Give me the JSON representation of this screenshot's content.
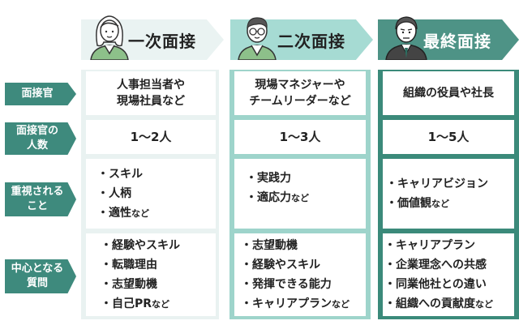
{
  "columns": [
    {
      "title": "一次面接",
      "interviewer": [
        "人事担当者や",
        "現場社員など"
      ],
      "count": "1〜2人",
      "focus": [
        {
          "text": "スキル",
          "suffix": ""
        },
        {
          "text": "人柄",
          "suffix": ""
        },
        {
          "text": "適性",
          "suffix": "など"
        }
      ],
      "questions": [
        {
          "text": "経験やスキル",
          "suffix": ""
        },
        {
          "text": "転職理由",
          "suffix": ""
        },
        {
          "text": "志望動機",
          "suffix": ""
        },
        {
          "text": "自己PR",
          "suffix": "など"
        }
      ]
    },
    {
      "title": "二次面接",
      "interviewer": [
        "現場マネジャーや",
        "チームリーダーなど"
      ],
      "count": "1〜3人",
      "focus": [
        {
          "text": "実践力",
          "suffix": ""
        },
        {
          "text": "適応力",
          "suffix": "など"
        }
      ],
      "questions": [
        {
          "text": "志望動機",
          "suffix": ""
        },
        {
          "text": "経験やスキル",
          "suffix": ""
        },
        {
          "text": "発揮できる能力",
          "suffix": ""
        },
        {
          "text": "キャリアプラン",
          "suffix": "など"
        }
      ]
    },
    {
      "title": "最終面接",
      "interviewer": [
        "組織の役員や社長"
      ],
      "count": "1〜5人",
      "focus": [
        {
          "text": "キャリアビジョン",
          "suffix": ""
        },
        {
          "text": "価値観",
          "suffix": "など"
        }
      ],
      "questions": [
        {
          "text": "キャリアプラン",
          "suffix": ""
        },
        {
          "text": "企業理念への共感",
          "suffix": ""
        },
        {
          "text": "同業他社との違い",
          "suffix": ""
        },
        {
          "text": "組織への貢献度",
          "suffix": "など"
        }
      ]
    }
  ],
  "rows": [
    {
      "label": [
        "面接官"
      ]
    },
    {
      "label": [
        "面接官の",
        "人数"
      ]
    },
    {
      "label": [
        "重視される",
        "こと"
      ]
    },
    {
      "label": [
        "中心となる",
        "質問"
      ]
    }
  ],
  "colors": {
    "label_bg": "#3e8a7d",
    "col1_bg": "#e9f2f1",
    "col2_bg": "#9ed4cb",
    "col3_bg": "#3b8a7a"
  },
  "icons": [
    "woman-avatar-icon",
    "man-glasses-avatar-icon",
    "executive-avatar-icon"
  ]
}
